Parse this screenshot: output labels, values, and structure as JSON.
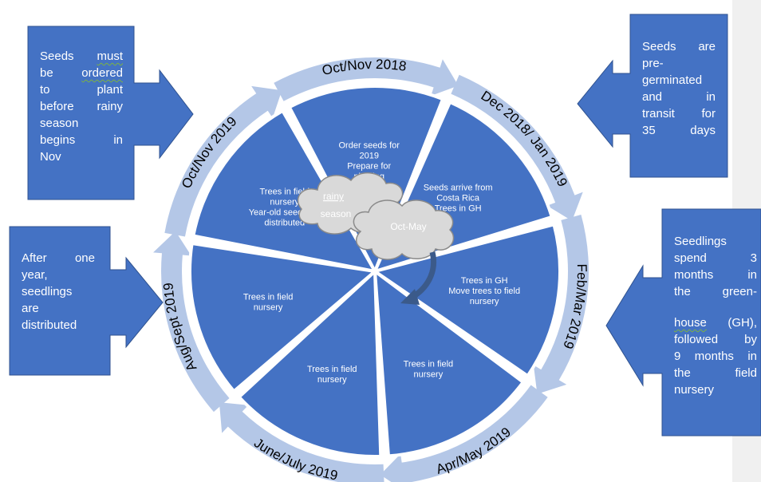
{
  "colors": {
    "box": "#4472c4",
    "wedge": "#4472c4",
    "ring": "#b4c7e7",
    "cloud": "#d9d9d9",
    "arrow": "#3b5a8a",
    "border": "#2f528f"
  },
  "callouts": {
    "top_left": [
      "Seeds must be ordered to plant before rainy season begins in Nov"
    ],
    "top_right": [
      "Seeds are pre-germinated and in transit for 35 days"
    ],
    "left": [
      "After one year, seedlings are distributed"
    ],
    "right_p1": "Seedlings spend 3 months in the green-",
    "right_p2_word": "house",
    "right_p2_rest": " (GH), followed by 9 months in the field nursery"
  },
  "callout_words": {
    "top_left_a": "Seeds",
    "top_left_b": "must",
    "top_left_c": "be",
    "top_left_d": "ordered",
    "top_left_rest": "to plant before rainy season begins in Nov"
  },
  "segments": [
    {
      "ring": "Oct/Nov 2018",
      "lines": [
        "Order seeds for",
        "2019",
        "Prepare for",
        "planting"
      ]
    },
    {
      "ring": "Dec 2018/ Jan 2019",
      "lines": [
        "Seeds arrive from",
        "Costa Rica",
        "Trees in GH"
      ]
    },
    {
      "ring": "Feb/Mar 2019",
      "lines": [
        "Trees in GH",
        "Move trees to field",
        "nursery"
      ]
    },
    {
      "ring": "Apr/May 2019",
      "lines": [
        "Trees in field",
        "nursery"
      ]
    },
    {
      "ring": "June/July 2019",
      "lines": [
        "Trees in field",
        "nursery"
      ]
    },
    {
      "ring": "Aug/Sept 2019",
      "lines": [
        "Trees in field",
        "nursery"
      ]
    },
    {
      "ring": "Oct/Nov 2019",
      "lines": [
        "Trees in field",
        "nursery",
        "Year-old seedlings",
        "distributed"
      ]
    }
  ],
  "clouds": {
    "first_line1": "rainy",
    "first_line2": "season",
    "second": "Oct-May"
  }
}
